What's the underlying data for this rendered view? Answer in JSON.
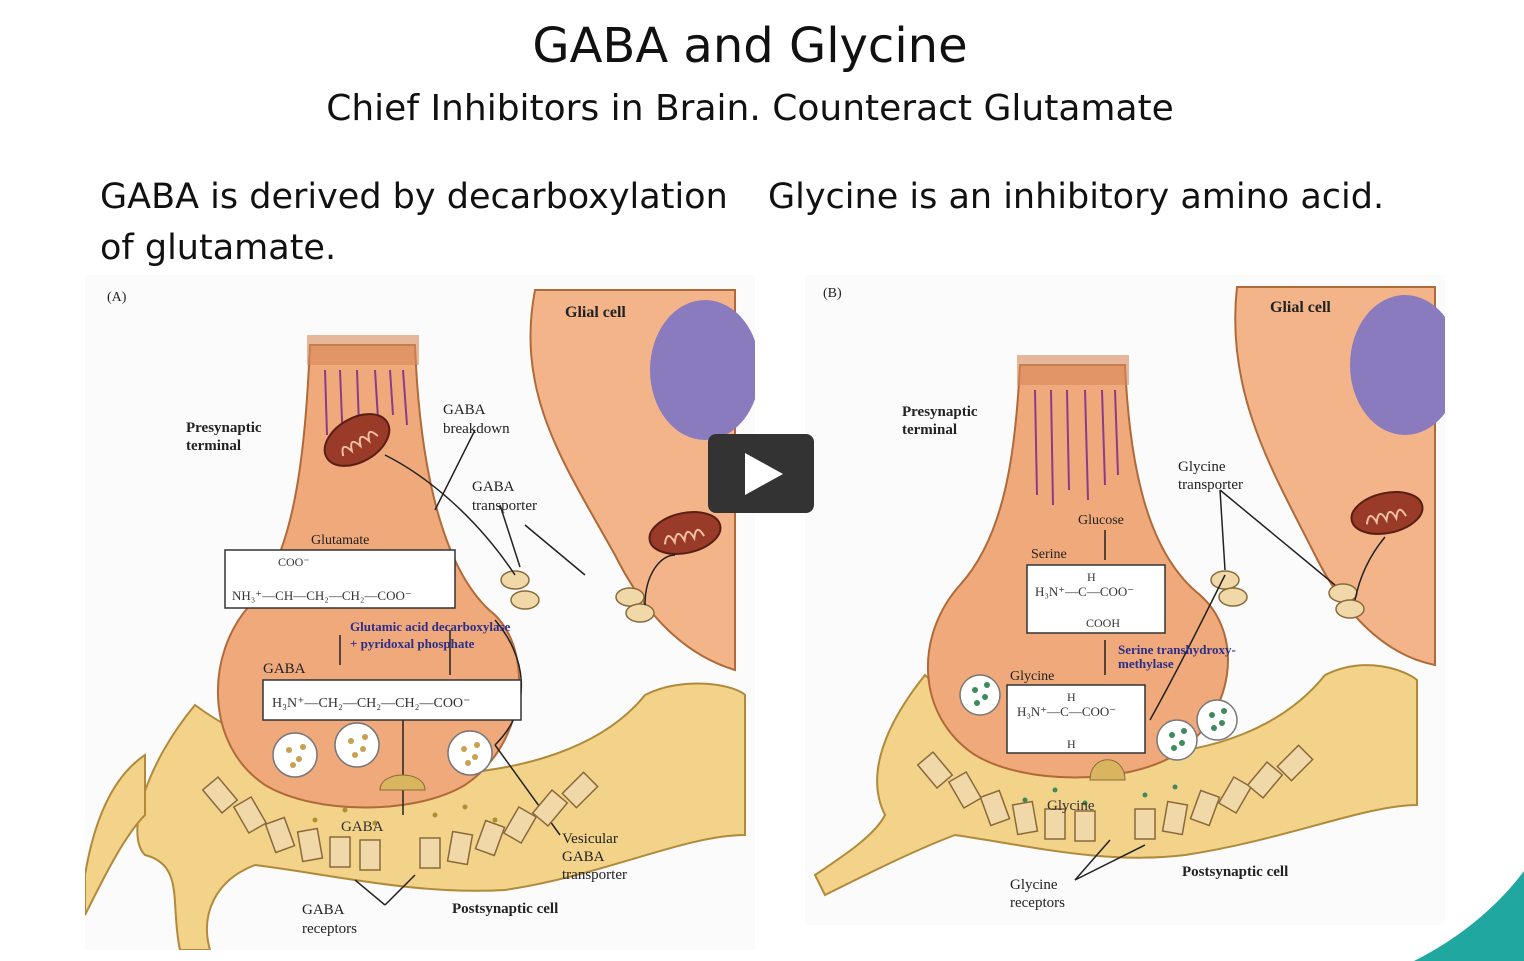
{
  "slide": {
    "title": "GABA and Glycine",
    "subtitle": "Chief Inhibitors in Brain. Counteract Glutamate",
    "left_text": "GABA is derived by decarboxylation of glutamate.",
    "right_text": "Glycine is an inhibitory amino acid."
  },
  "panel_a": {
    "panel_label": "(A)",
    "glial_cell": "Glial cell",
    "presynaptic_1": "Presynaptic",
    "presynaptic_2": "terminal",
    "gaba_breakdown_1": "GABA",
    "gaba_breakdown_2": "breakdown",
    "gaba_transporter_1": "GABA",
    "gaba_transporter_2": "transporter",
    "glutamate": "Glutamate",
    "glutamate_top": "COO⁻",
    "glutamate_formula": "NH₃⁺—CH—CH₂—CH₂—COO⁻",
    "enzyme_1": "Glutamic acid decarboxylase",
    "enzyme_2": "+ pyridoxal phosphate",
    "gaba_label": "GABA",
    "gaba_formula": "H₃N⁺—CH₂—CH₂—CH₂—COO⁻",
    "cleft_gaba": "GABA",
    "vesicular_1": "Vesicular",
    "vesicular_2": "GABA",
    "vesicular_3": "transporter",
    "receptors_1": "GABA",
    "receptors_2": "receptors",
    "postsynaptic": "Postsynaptic cell"
  },
  "panel_b": {
    "panel_label": "(B)",
    "glial_cell": "Glial cell",
    "presynaptic_1": "Presynaptic",
    "presynaptic_2": "terminal",
    "glycine_transporter_1": "Glycine",
    "glycine_transporter_2": "transporter",
    "glucose": "Glucose",
    "serine": "Serine",
    "serine_h": "H",
    "serine_formula": "H₃N⁺—C—COO⁻",
    "serine_bottom": "COOH",
    "enzyme_1": "Serine transhydroxy-",
    "enzyme_2": "methylase",
    "glycine_label": "Glycine",
    "glycine_h_top": "H",
    "glycine_formula": "H₃N⁺—C—COO⁻",
    "glycine_h_bottom": "H",
    "cleft_glycine": "Glycine",
    "receptors_1": "Glycine",
    "receptors_2": "receptors",
    "postsynaptic": "Postsynaptic cell"
  },
  "colors": {
    "terminal": "#f0a97a",
    "terminal_dark": "#d98a5a",
    "postsynaptic": "#f3d38a",
    "nucleus": "#8a7bbf",
    "mitochondria": "#9a3b2a",
    "enzyme_text": "#2b2f8a",
    "glycine_dots": "#3e8a5a",
    "accent": "#1fa7a0"
  },
  "icons": {
    "play": "play-icon"
  }
}
